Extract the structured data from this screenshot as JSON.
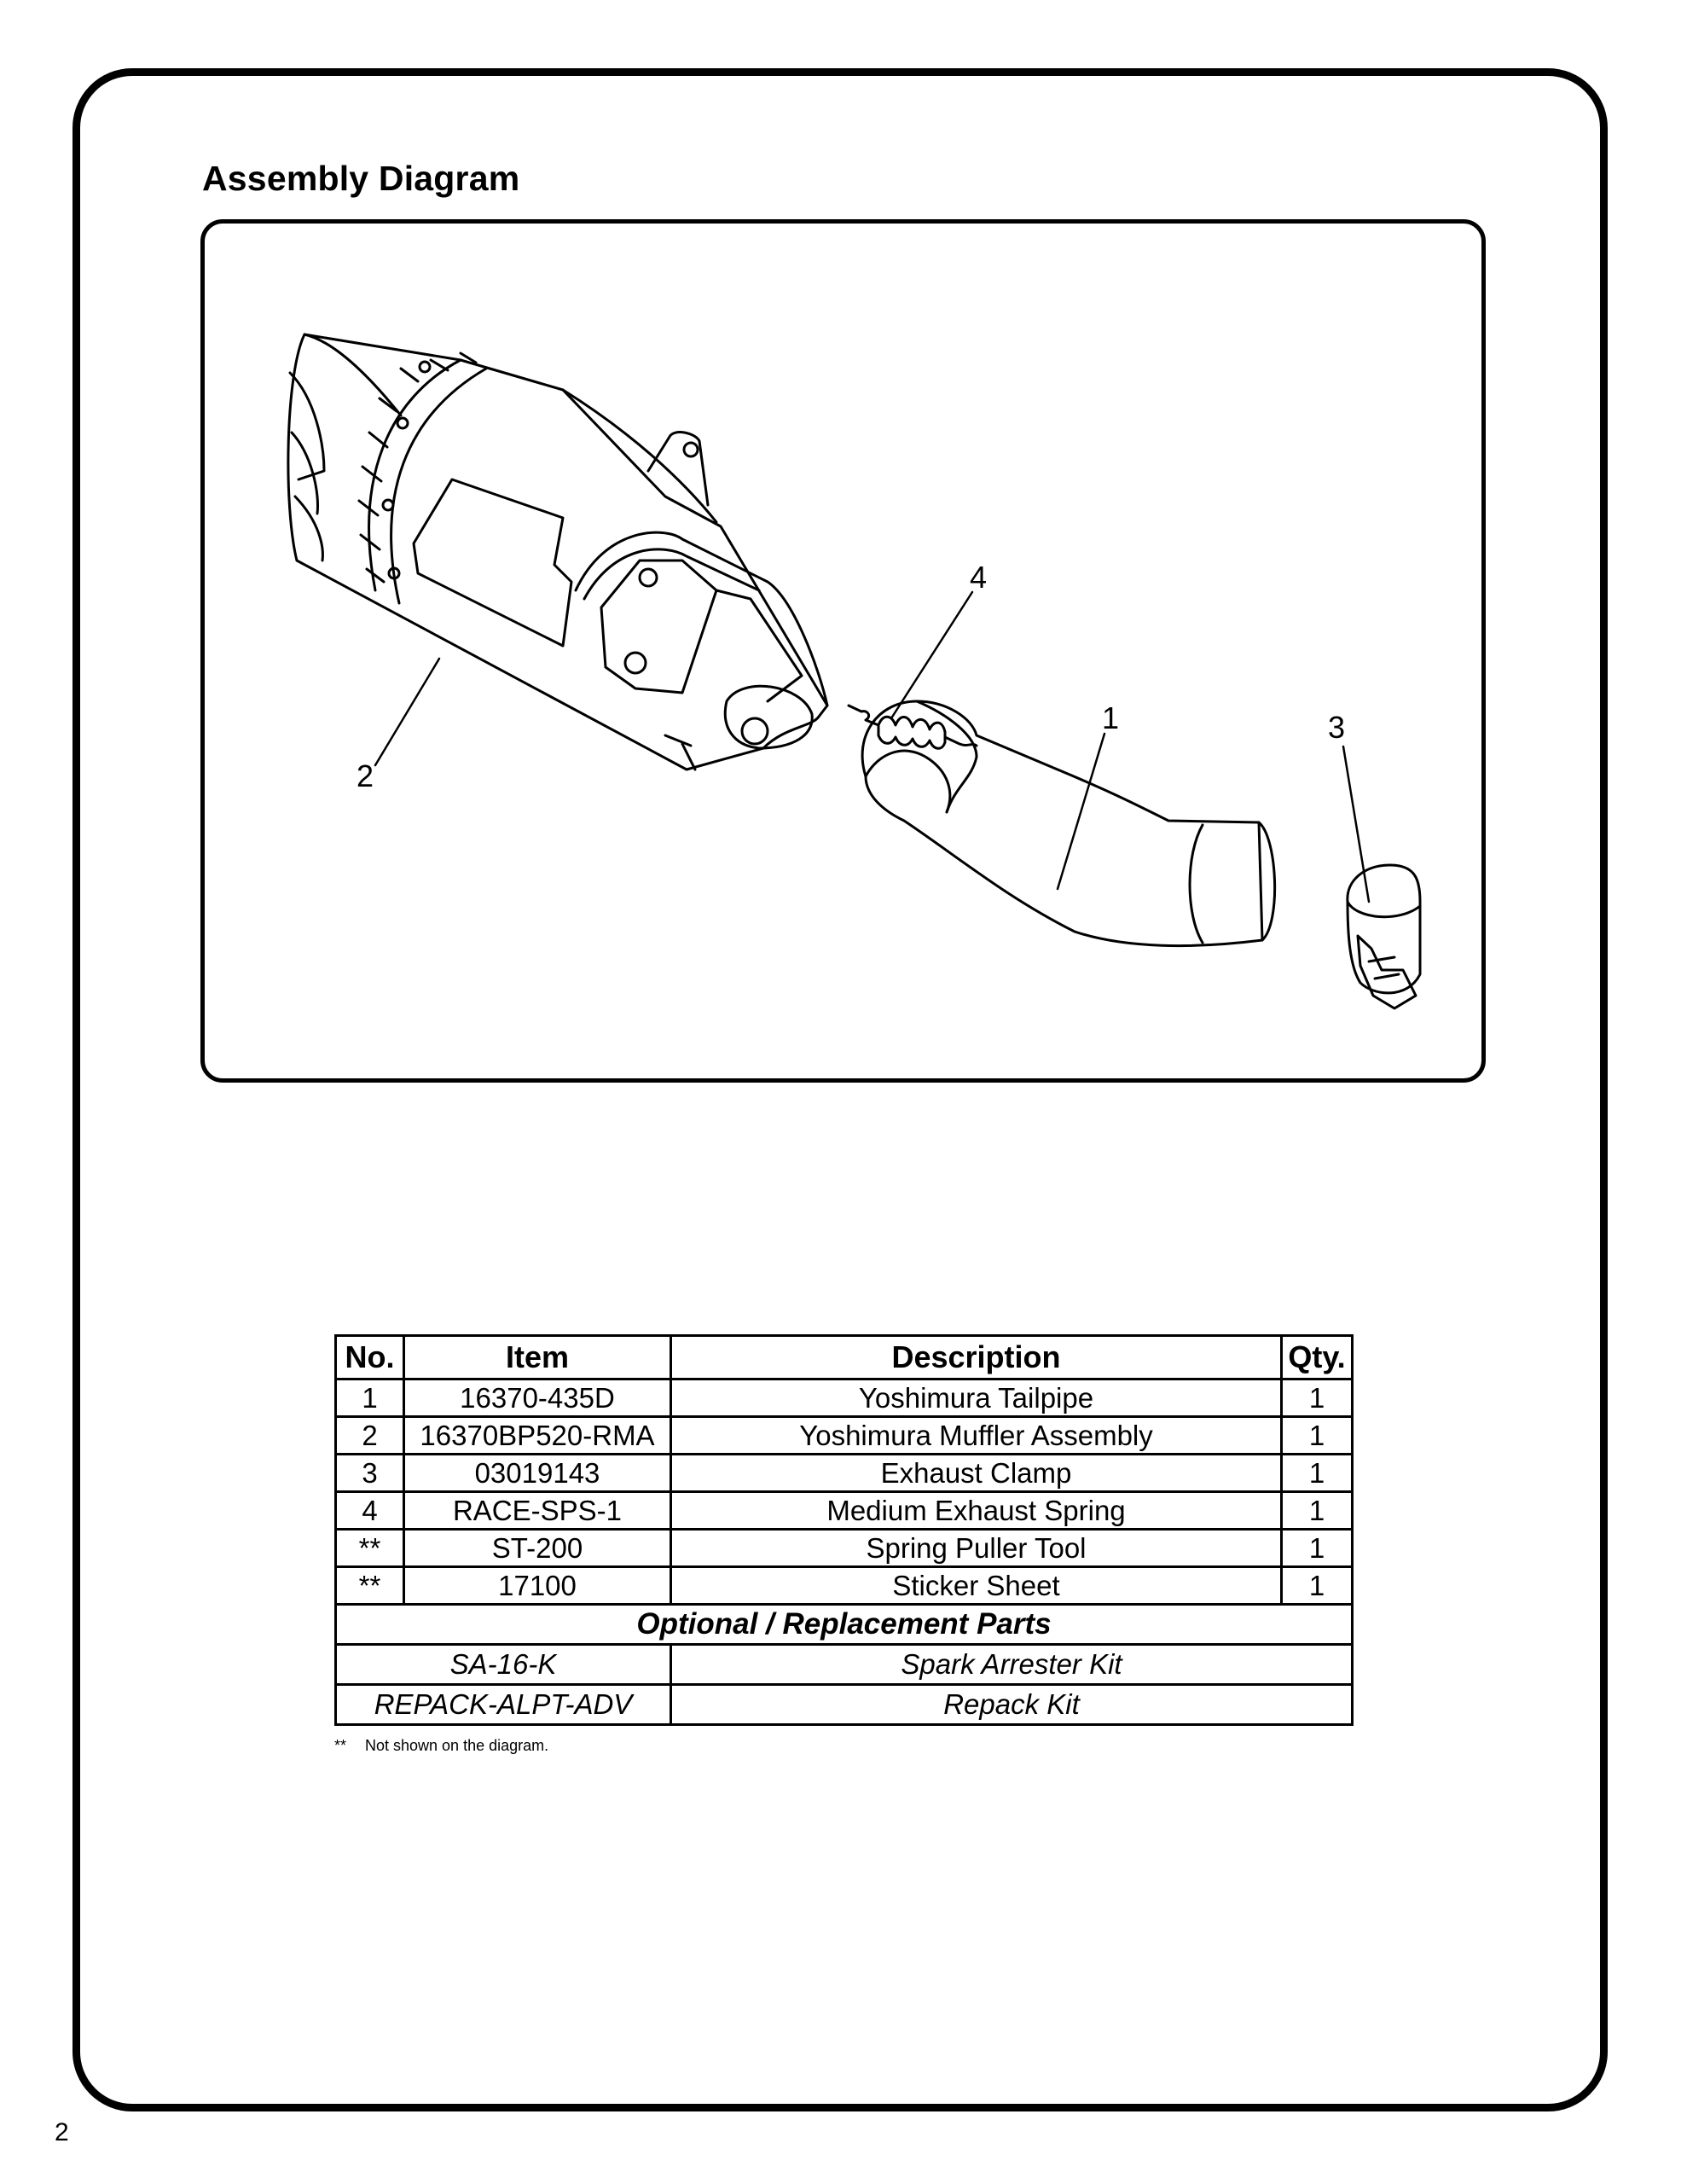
{
  "title": "Assembly Diagram",
  "callouts": [
    "1",
    "2",
    "3",
    "4"
  ],
  "table": {
    "headers": [
      "No.",
      "Item",
      "Description",
      "Qty."
    ],
    "rows": [
      {
        "no": "1",
        "item": "16370-435D",
        "description": "Yoshimura Tailpipe",
        "qty": "1"
      },
      {
        "no": "2",
        "item": "16370BP520-RMA",
        "description": "Yoshimura Muffler Assembly",
        "qty": "1"
      },
      {
        "no": "3",
        "item": "03019143",
        "description": "Exhaust Clamp",
        "qty": "1"
      },
      {
        "no": "4",
        "item": "RACE-SPS-1",
        "description": "Medium Exhaust Spring",
        "qty": "1"
      },
      {
        "no": "**",
        "item": "ST-200",
        "description": "Spring Puller Tool",
        "qty": "1"
      },
      {
        "no": "**",
        "item": "17100",
        "description": "Sticker Sheet",
        "qty": "1"
      }
    ],
    "section_title": "Optional / Replacement Parts",
    "optional_rows": [
      {
        "item": "SA-16-K",
        "description": "Spark Arrester Kit"
      },
      {
        "item": "REPACK-ALPT-ADV",
        "description": "Repack Kit"
      }
    ]
  },
  "footnote": {
    "mark": "**",
    "text": "Not shown on the diagram."
  },
  "page_number": "2"
}
